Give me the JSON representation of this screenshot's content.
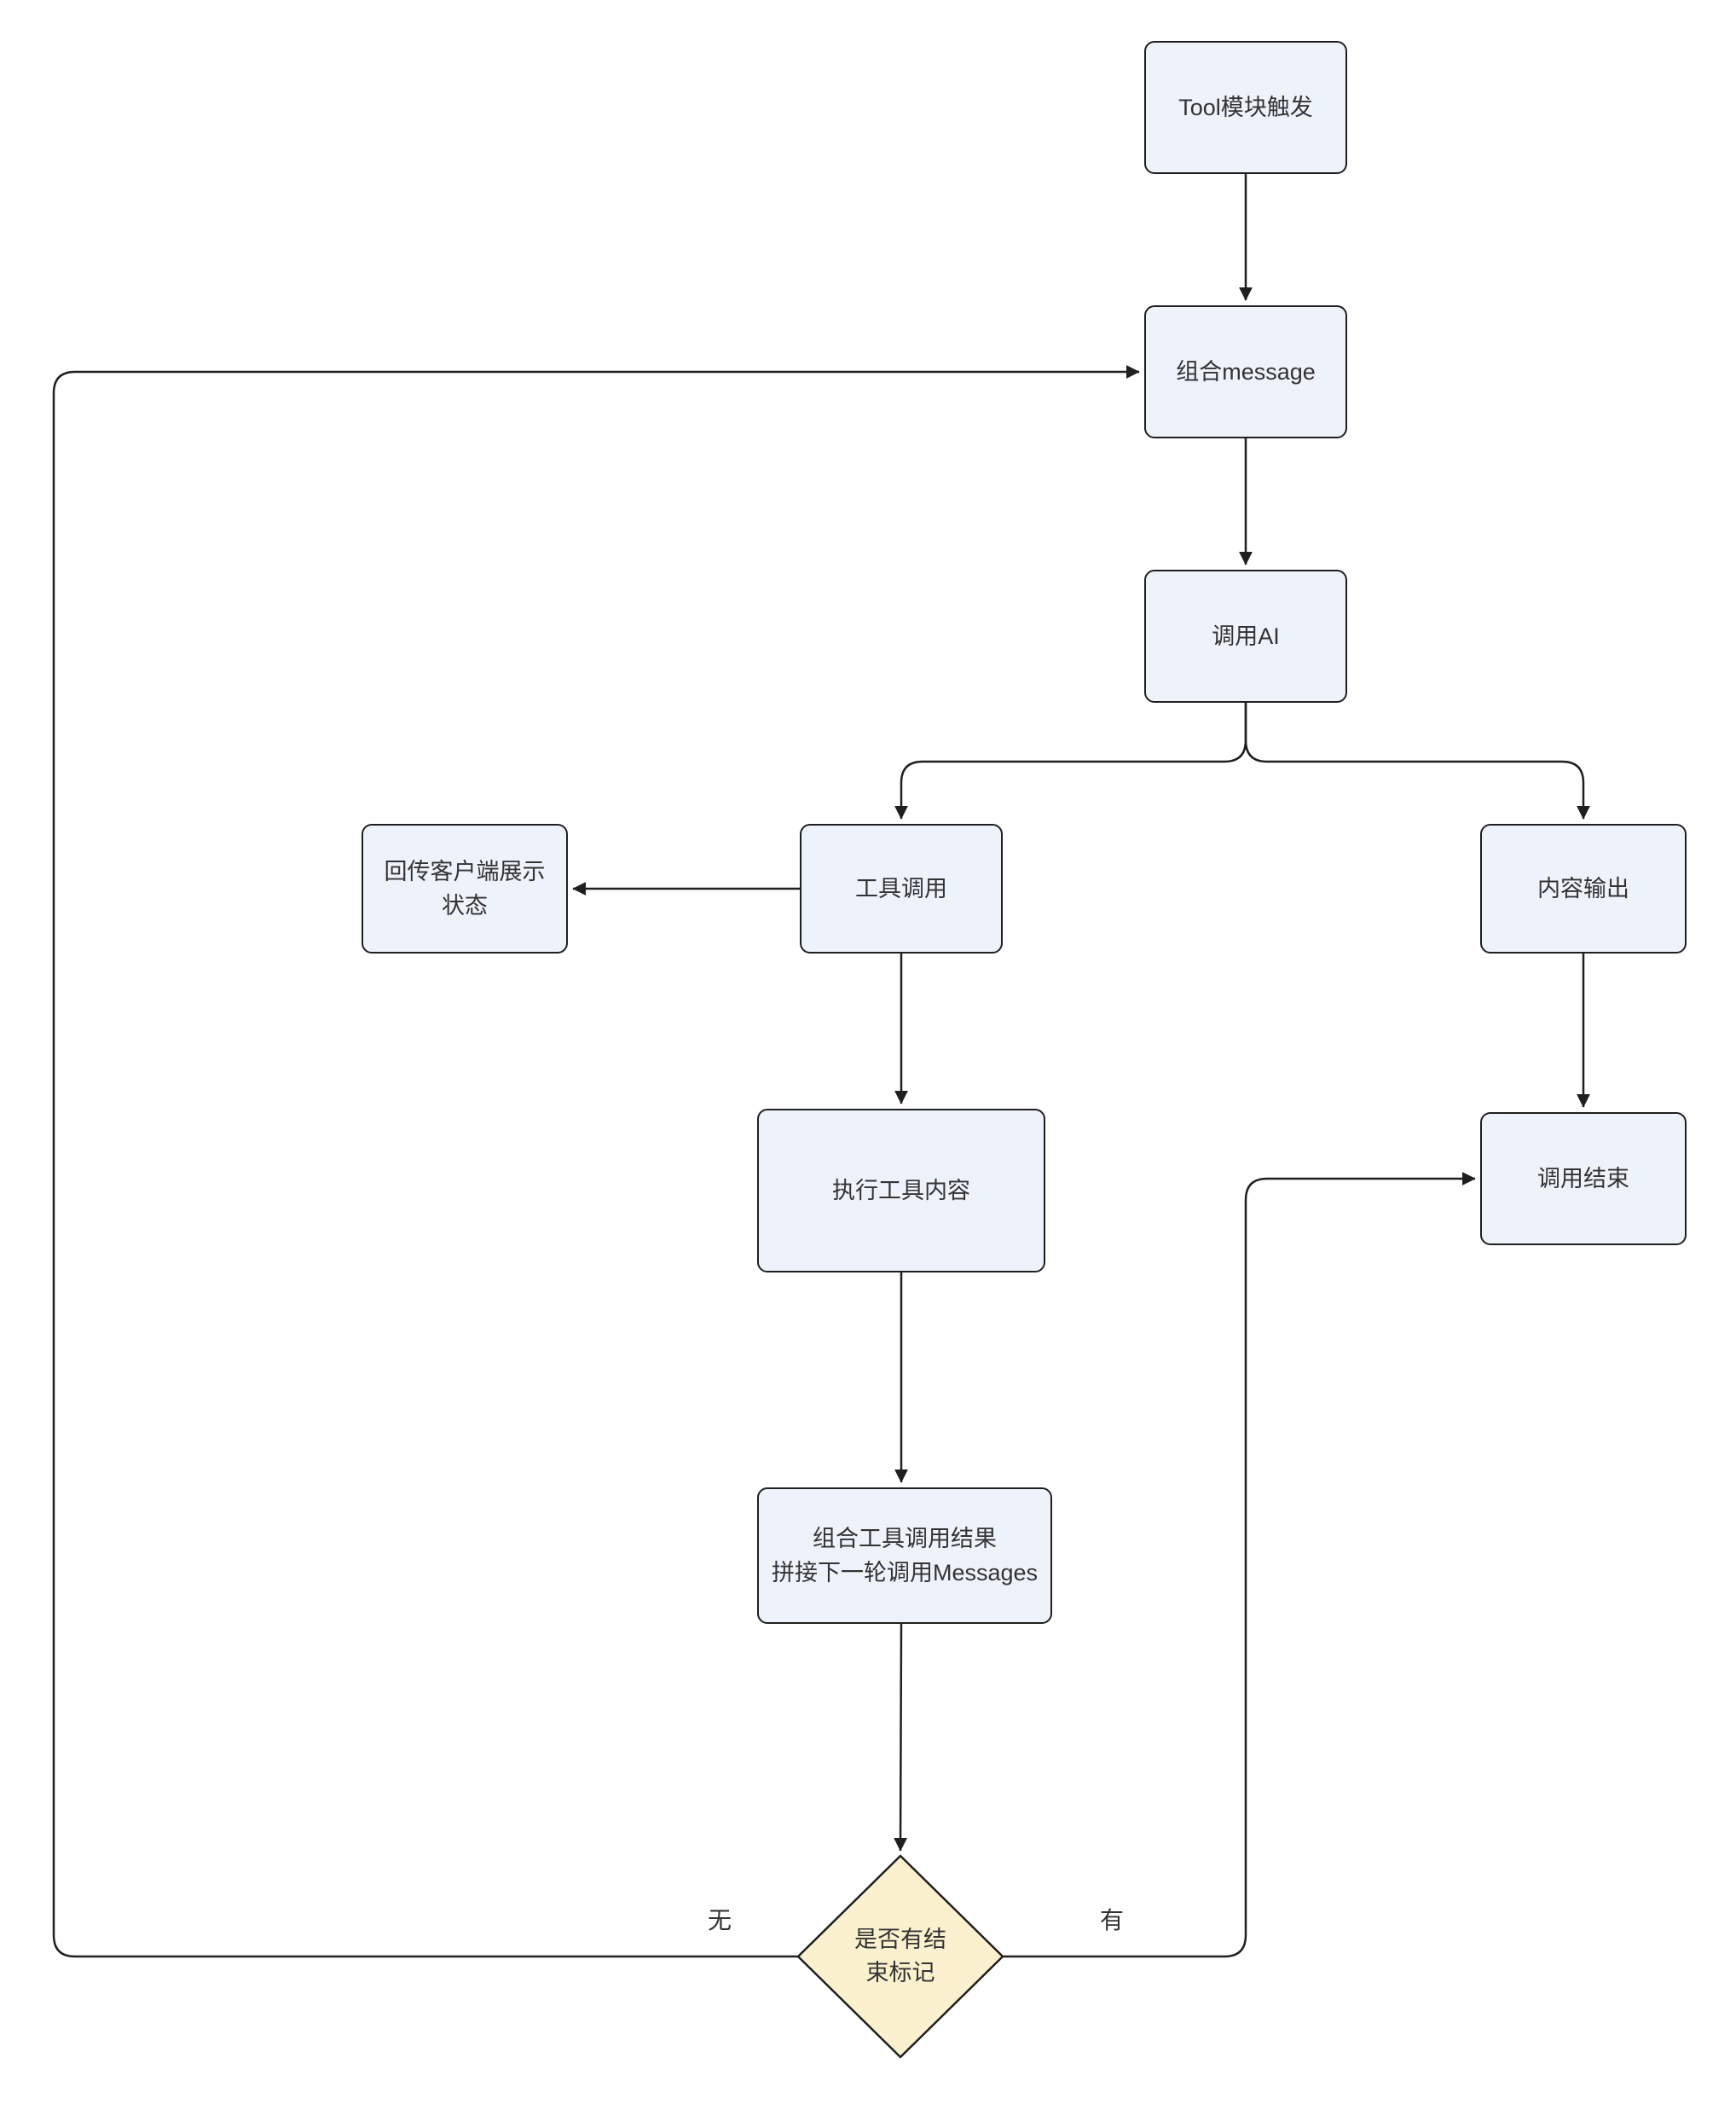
{
  "diagram": {
    "nodes": {
      "tool_trigger": {
        "label": "Tool模块触发"
      },
      "combine_message": {
        "label": "组合message"
      },
      "call_ai": {
        "label": "调用AI"
      },
      "tool_call": {
        "label": "工具调用"
      },
      "content_output": {
        "label": "内容输出"
      },
      "client_status": {
        "label": "回传客户端展示\n状态"
      },
      "execute_tool": {
        "label": "执行工具内容"
      },
      "combine_result": {
        "label": "组合工具调用结果\n拼接下一轮调用Messages"
      },
      "call_end": {
        "label": "调用结束"
      },
      "decision": {
        "label": "是否有结\n束标记"
      }
    },
    "edge_labels": {
      "no": "无",
      "yes": "有"
    },
    "edges": [
      {
        "from": "tool_trigger",
        "to": "combine_message"
      },
      {
        "from": "combine_message",
        "to": "call_ai"
      },
      {
        "from": "call_ai",
        "to": "tool_call"
      },
      {
        "from": "call_ai",
        "to": "content_output"
      },
      {
        "from": "tool_call",
        "to": "client_status"
      },
      {
        "from": "tool_call",
        "to": "execute_tool"
      },
      {
        "from": "execute_tool",
        "to": "combine_result"
      },
      {
        "from": "combine_result",
        "to": "decision"
      },
      {
        "from": "content_output",
        "to": "call_end"
      },
      {
        "from": "decision",
        "to": "combine_message",
        "label": "无"
      },
      {
        "from": "decision",
        "to": "call_end",
        "label": "有"
      }
    ]
  },
  "colors": {
    "canvas-bg": "#ffffff",
    "node-fill": "#EDF2FB",
    "node-border": "#1f1f1f",
    "diamond-fill": "#FBF1CE",
    "edge-color": "#1f1f1f",
    "text-color": "#333333"
  }
}
